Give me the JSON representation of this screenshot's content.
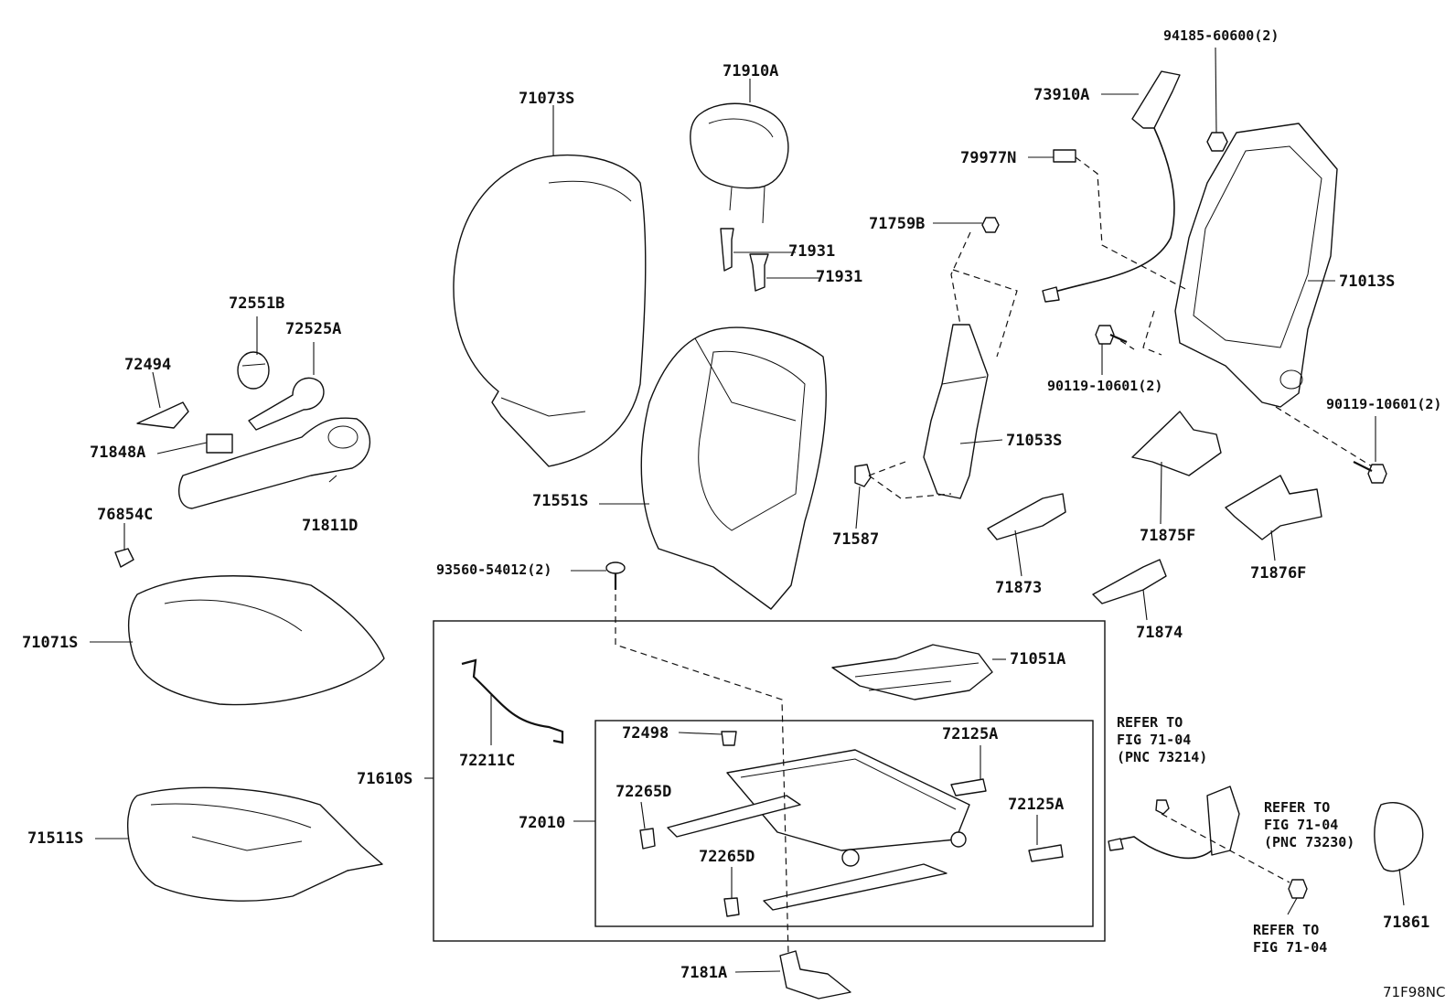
{
  "diagram_code": "71F98NC",
  "parts": {
    "p94185": "94185-60600(2)",
    "p73910A": "73910A",
    "p79977N": "79977N",
    "p71759B": "71759B",
    "p71013S": "71013S",
    "p90119a": "90119-10601(2)",
    "p90119b": "90119-10601(2)",
    "p71053S": "71053S",
    "p71587": "71587",
    "p71873": "71873",
    "p71875F": "71875F",
    "p71876F": "71876F",
    "p71874": "71874",
    "p71910A": "71910A",
    "p71931a": "71931",
    "p71931b": "71931",
    "p71073S": "71073S",
    "p71551S": "71551S",
    "p72551B": "72551B",
    "p72525A": "72525A",
    "p72494": "72494",
    "p71848A": "71848A",
    "p71811D": "71811D",
    "p76854C": "76854C",
    "p93560": "93560-54012(2)",
    "p71071S": "71071S",
    "p71511S": "71511S",
    "p71610S": "71610S",
    "p71051A": "71051A",
    "p72211C": "72211C",
    "p72498": "72498",
    "p72125Aa": "72125A",
    "p72125Ab": "72125A",
    "p72265Da": "72265D",
    "p72265Db": "72265D",
    "p72010": "72010",
    "p7181A": "7181A",
    "p71861": "71861"
  },
  "refs": {
    "ref1": [
      "REFER TO",
      "FIG 71-04",
      "(PNC 73214)"
    ],
    "ref2": [
      "REFER TO",
      "FIG 71-04",
      "(PNC 73230)"
    ],
    "ref3": [
      "REFER TO",
      "FIG 71-04"
    ]
  }
}
